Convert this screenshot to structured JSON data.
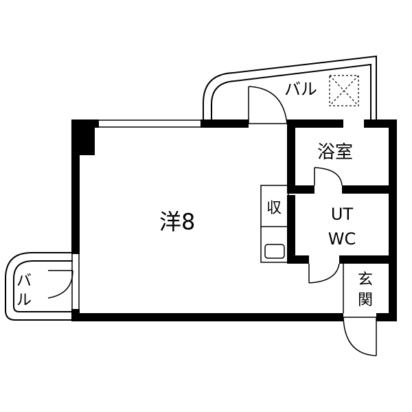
{
  "rooms": {
    "western_room": "洋8",
    "bath": "浴室",
    "ut_line1": "UT",
    "ut_line2": "WC",
    "storage": "収",
    "entrance_line1": "玄",
    "entrance_line2": "関",
    "balcony_top": "バル",
    "balcony_left_line1": "バ",
    "balcony_left_line2": "ル"
  }
}
